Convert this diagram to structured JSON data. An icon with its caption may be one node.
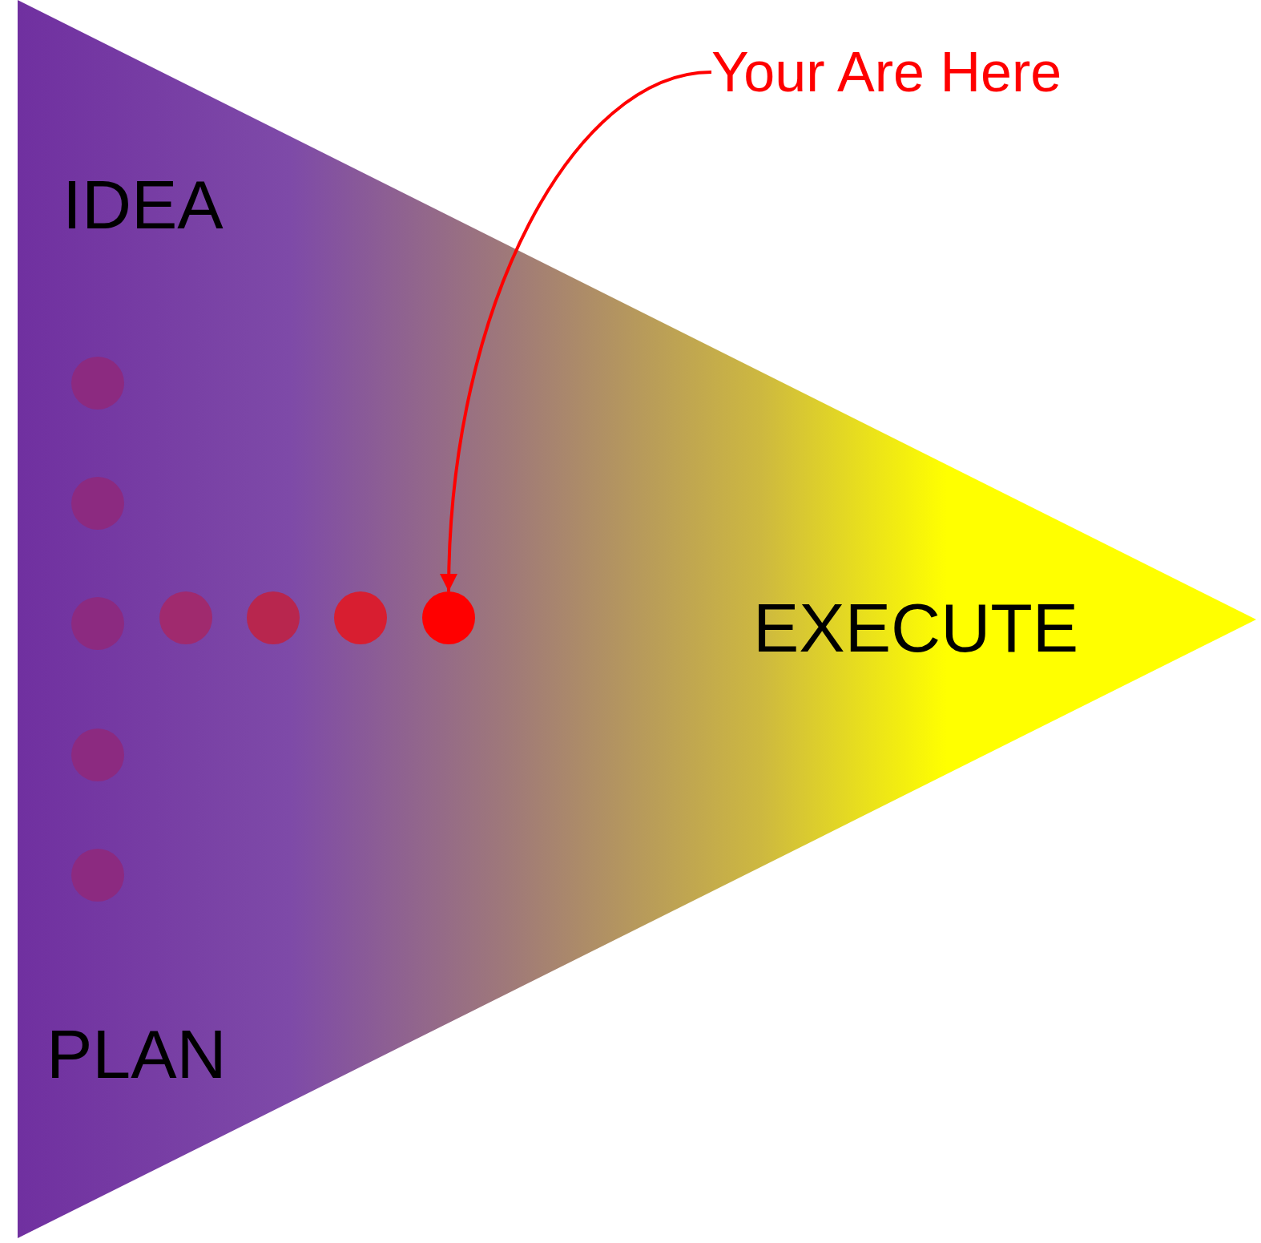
{
  "diagram": {
    "nodes": [
      {
        "text": [
          "Your Are Here"
        ]
      },
      {
        "text": [],
        "shape": "circle"
      }
    ],
    "edges": [
      {
        "from": 0,
        "to": 1,
        "arrow": "to",
        "color": "#ff0000"
      }
    ],
    "labels": [
      "IDEA",
      "EXECUTE",
      "PLAN"
    ]
  }
}
